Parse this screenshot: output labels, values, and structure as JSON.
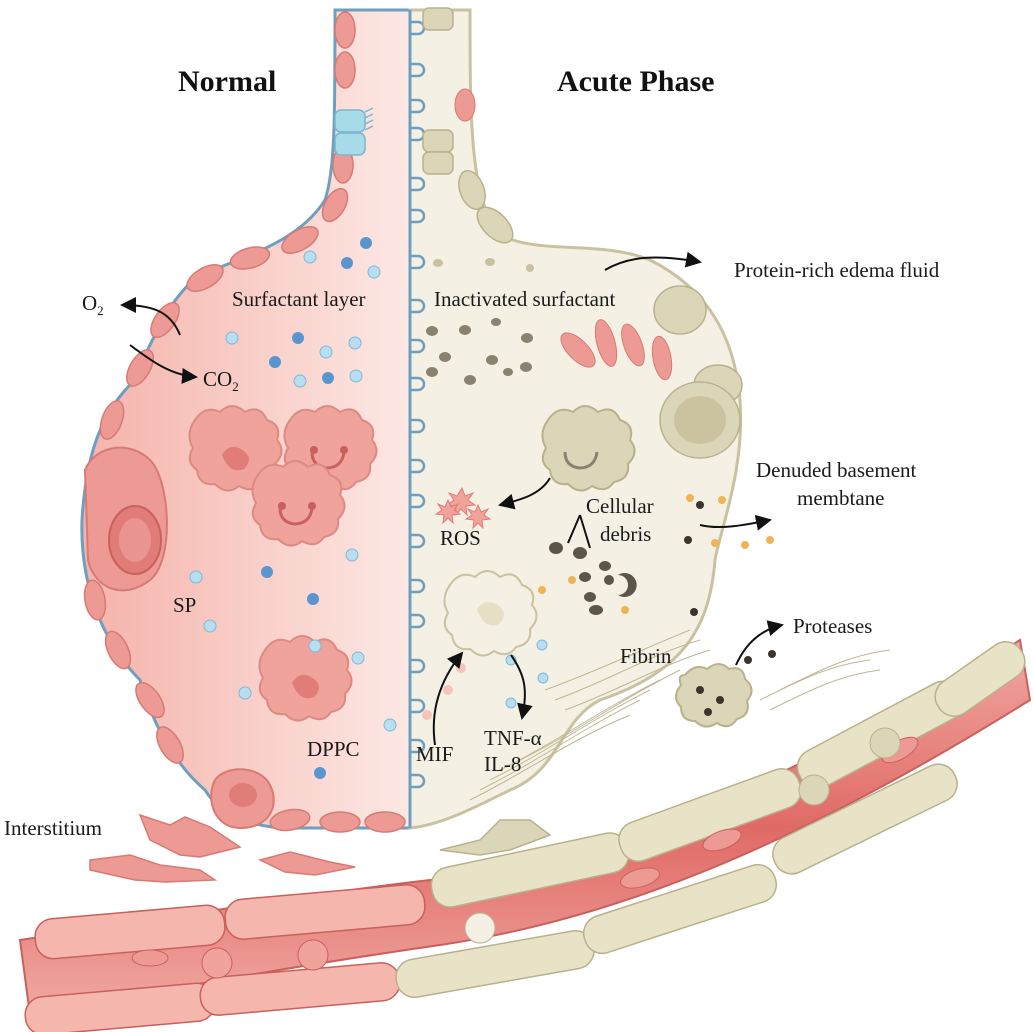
{
  "titles": {
    "normal": "Normal",
    "acute": "Acute Phase"
  },
  "labels": {
    "o2": "O",
    "o2_sub": "2",
    "co2": "CO",
    "co2_sub": "2",
    "surfactant_layer": "Surfactant layer",
    "inactivated_surfactant": "Inactivated surfactant",
    "protein_rich_edema": "Protein-rich edema fluid",
    "denuded_line1": "Denuded basement",
    "denuded_line2": "membtane",
    "ros": "ROS",
    "cellular_line1": "Cellular",
    "cellular_line2": "debris",
    "sp": "SP",
    "dppc": "DPPC",
    "fibrin": "Fibrin",
    "proteases": "Proteases",
    "mif": "MIF",
    "tnf": "TNF-α",
    "il8": "IL-8",
    "interstitium": "Interstitium"
  },
  "colors": {
    "normal_fill": "#f7c4bb",
    "normal_border": "#6e9fc0",
    "acute_fill": "#f4f1e4",
    "acute_border": "#c9c2a0",
    "cell_pink": "#ee9a94",
    "cell_beige": "#dcd6b8",
    "vessel_red": "#e06a66",
    "surfactant_blue": "#5b95cf",
    "surfactant_light": "#b8def2",
    "debris_gray": "#8a8270"
  }
}
